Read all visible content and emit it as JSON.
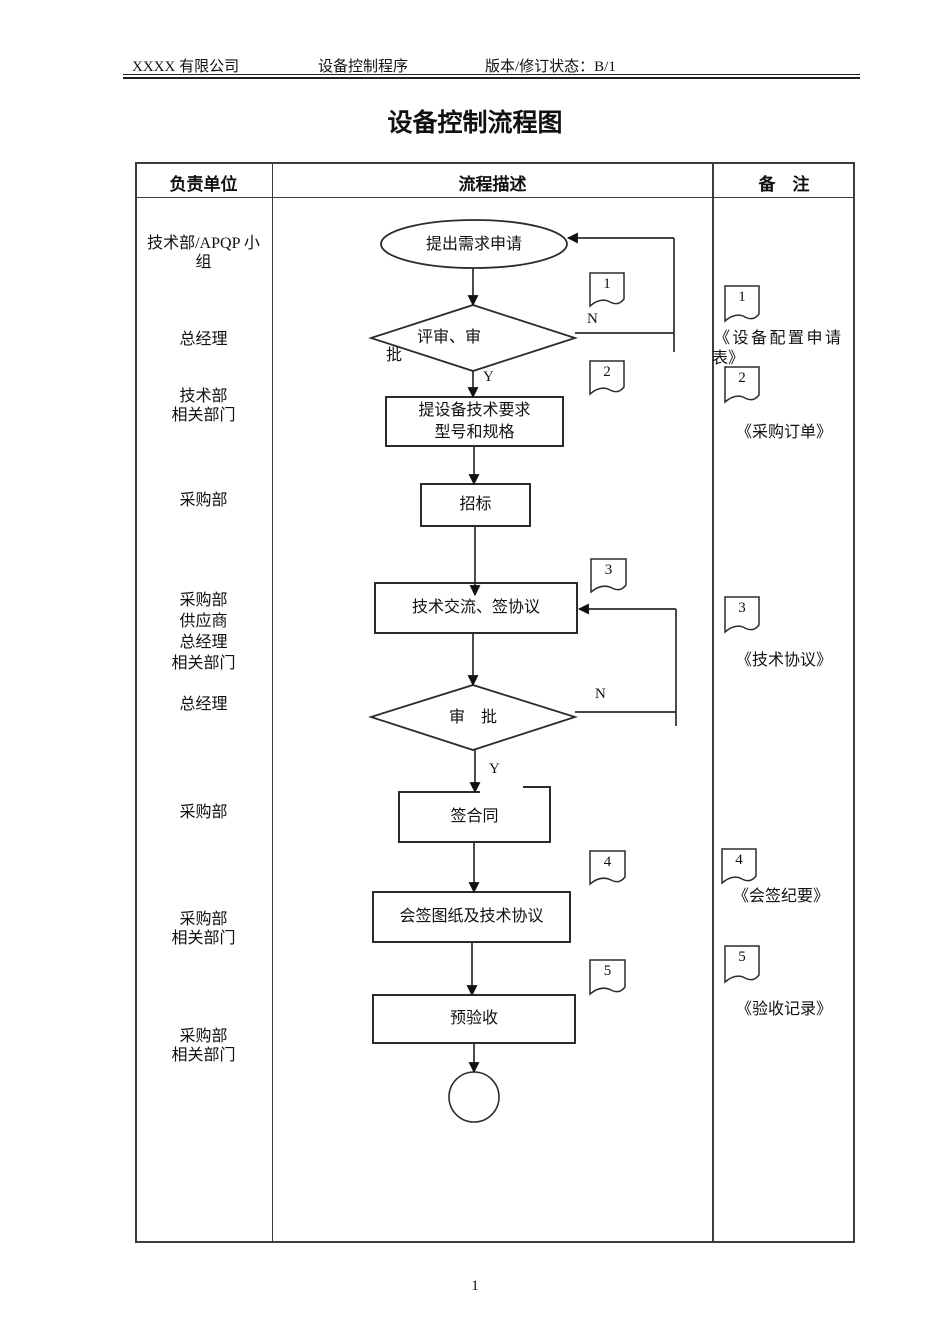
{
  "header": {
    "company": "XXXX 有限公司",
    "doc_name": "设备控制程序",
    "version": "版本/修订状态：B/1"
  },
  "title": "设备控制流程图",
  "page_number": "1",
  "table": {
    "col_responsible": "负责单位",
    "col_process": "流程描述",
    "col_remarks": "备　注"
  },
  "units": [
    "技术部/APQP 小\n组",
    "总经理",
    "技术部\n相关部门",
    "采购部",
    "采购部\n供应商\n总经理\n相关部门",
    "总经理",
    "采购部",
    "采购部\n相关部门",
    "采购部\n相关部门"
  ],
  "flow": {
    "start": "提出需求申请",
    "decision1_line1": "评审、审",
    "decision1_line2": "批",
    "step_requirements": "提设备技术要求\n型号和规格",
    "step_bidding": "招标",
    "step_negotiation": "技术交流、签协议",
    "decision2": "审　批",
    "step_contract": "签合同",
    "step_countersign": "会签图纸及技术协议",
    "step_preacceptance": "预验收",
    "yes1": "Y",
    "no1": "N",
    "yes2": "Y",
    "no2": "N",
    "doc_refs": [
      "1",
      "2",
      "3",
      "4",
      "5"
    ]
  },
  "remarks": {
    "items": [
      {
        "num": "1",
        "title_line1": "《设备配置申请",
        "title_line2": "表》"
      },
      {
        "num": "2",
        "title": "《采购订单》"
      },
      {
        "num": "3",
        "title": "《技术协议》"
      },
      {
        "num": "4",
        "title": "《会签纪要》"
      },
      {
        "num": "5",
        "title": "《验收记录》"
      }
    ]
  }
}
